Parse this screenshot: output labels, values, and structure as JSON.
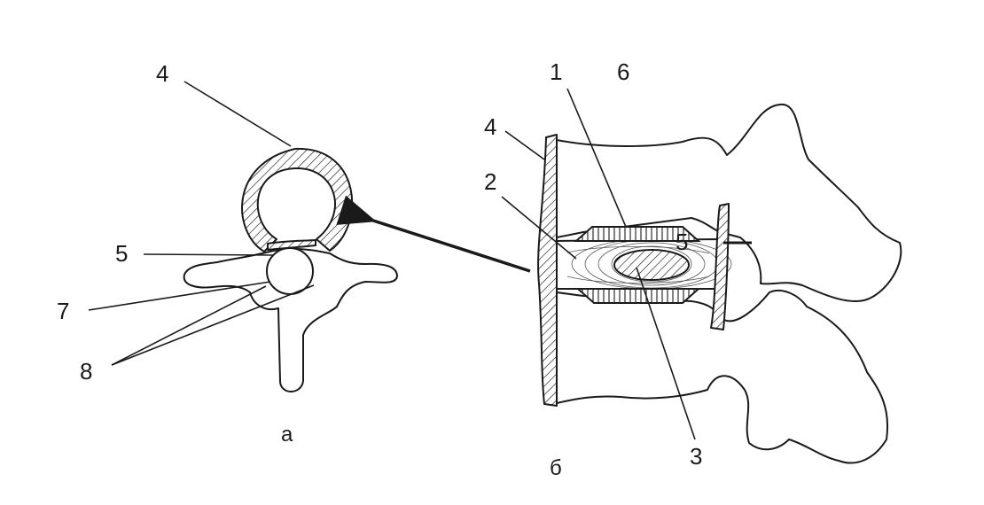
{
  "figure_a": {
    "caption": "а",
    "labels": {
      "l4": "4",
      "l5": "5",
      "l7": "7",
      "l8": "8"
    }
  },
  "figure_b": {
    "caption": "б",
    "labels": {
      "l1": "1",
      "l2": "2",
      "l3": "3",
      "l4": "4",
      "l5": "5",
      "l6": "6"
    }
  },
  "colors": {
    "ink": "#1a1a1a",
    "background": "#ffffff"
  }
}
